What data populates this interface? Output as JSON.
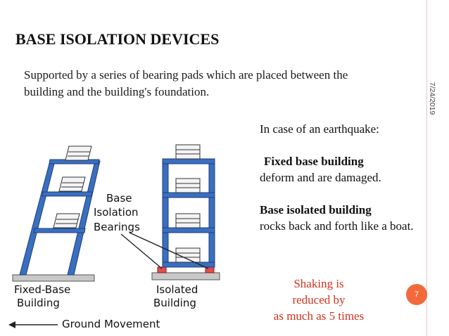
{
  "slide": {
    "title": "BASE ISOLATION DEVICES",
    "subtitle": "Supported by a series of bearing pads which are placed between the building and the building's foundation.",
    "date": "7/24/2019",
    "page_number": "7"
  },
  "info": {
    "intro": "In case of an earthquake:",
    "fixed_heading": "Fixed base building",
    "fixed_text": "deform and are damaged.",
    "isolated_heading": "Base isolated building",
    "isolated_text": "rocks back and forth like a boat."
  },
  "highlight": {
    "line1": "Shaking is",
    "line2": "reduced by",
    "line3": "as much as 5 times"
  },
  "figure": {
    "bearings_label_1": "Base",
    "bearings_label_2": "Isolation",
    "bearings_label_3": "Bearings",
    "fixed_label_1": "Fixed-Base",
    "fixed_label_2": "Building",
    "isolated_label_1": "Isolated",
    "isolated_label_2": "Building",
    "ground_label": "Ground Movement"
  },
  "colors": {
    "frame_blue": "#3a6fc0",
    "bearing_red": "#e64c4c",
    "accent_orange": "#f26a3c",
    "highlight_red": "#d2321c"
  }
}
